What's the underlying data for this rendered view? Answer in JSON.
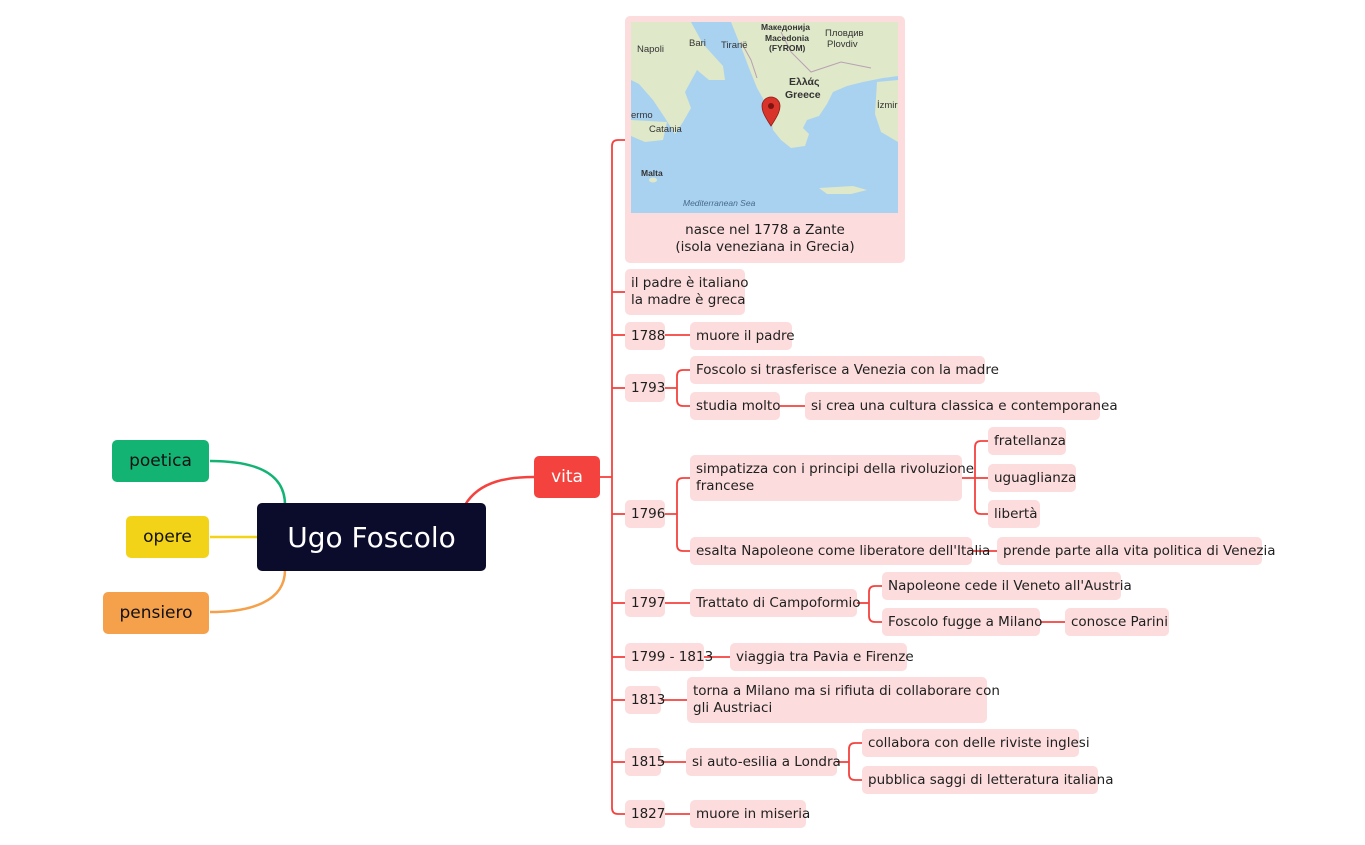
{
  "central": "Ugo Foscolo",
  "left_branches": [
    {
      "label": "poetica",
      "color": "#13b374"
    },
    {
      "label": "opere",
      "color": "#f2d318"
    },
    {
      "label": "pensiero",
      "color": "#f5a04a"
    }
  ],
  "vita": {
    "label": "vita",
    "color": "#f4433f",
    "node_color": "#fcdcdc",
    "birth": {
      "caption_line1": "nasce nel 1778 a Zante",
      "caption_line2": "(isola veneziana in Grecia)",
      "map": {
        "labels": {
          "napoli": "Napoli",
          "bari": "Bari",
          "tirane": "Tiranë",
          "makedonija": "Македонија",
          "macedonia": "Macedonia",
          "fyrom": "(FYROM)",
          "plovdiv_cyr": "Пловдив",
          "plovdiv": "Plovdiv",
          "ellas": "Ελλάς",
          "greece": "Greece",
          "izmir": "İzmir",
          "palermo": "ermo",
          "catania": "Catania",
          "malta": "Malta",
          "sea": "Mediterranean Sea"
        },
        "pin_icon": "map-pin-icon"
      }
    },
    "parents_line1": "il padre è italiano",
    "parents_line2": "la madre è greca",
    "y1788": {
      "year": "1788",
      "event": "muore il padre"
    },
    "y1793": {
      "year": "1793",
      "move": "Foscolo si trasferisce a Venezia con la madre",
      "study": "studia molto",
      "culture": "si crea una cultura classica e contemporanea"
    },
    "y1796": {
      "year": "1796",
      "sympathy_line1": "simpatizza con i principi della rivoluzione",
      "sympathy_line2": "francese",
      "principles": [
        "fratellanza",
        "uguaglianza",
        "libertà"
      ],
      "napoleon": "esalta Napoleone come liberatore dell'Italia",
      "politics": "prende parte alla vita politica di Venezia"
    },
    "y1797": {
      "year": "1797",
      "treaty": "Trattato di Campoformio",
      "cede": "Napoleone cede il Veneto all'Austria",
      "flee": "Foscolo fugge a Milano",
      "parini": "conosce Parini"
    },
    "y1799": {
      "year": "1799 - 1813",
      "event": "viaggia tra Pavia e Firenze"
    },
    "y1813": {
      "year": "1813",
      "event_line1": "torna a Milano ma si rifiuta di collaborare con",
      "event_line2": "gli Austriaci"
    },
    "y1815": {
      "year": "1815",
      "exile": "si auto-esilia a Londra",
      "journals": "collabora con delle riviste inglesi",
      "essays": "pubblica saggi di letteratura italiana"
    },
    "y1827": {
      "year": "1827",
      "event": "muore in miseria"
    }
  }
}
